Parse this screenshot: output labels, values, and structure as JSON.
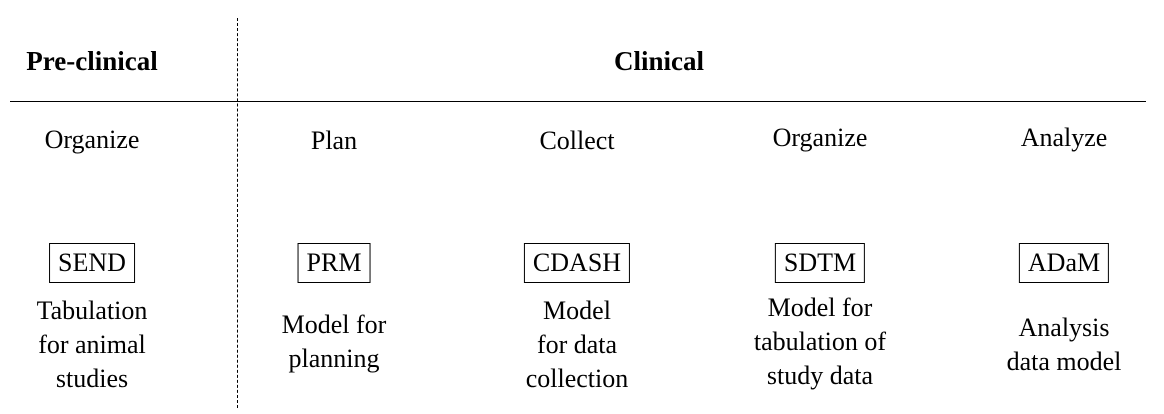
{
  "headers": {
    "preclinical": "Pre-clinical",
    "clinical": "Clinical"
  },
  "columns": [
    {
      "id": "send",
      "phase": "Organize",
      "standard": "SEND",
      "description": [
        "Tabulation",
        "for animal",
        "studies"
      ]
    },
    {
      "id": "prm",
      "phase": "Plan",
      "standard": "PRM",
      "description": [
        "Model for",
        "planning"
      ]
    },
    {
      "id": "cdash",
      "phase": "Collect",
      "standard": "CDASH",
      "description": [
        "Model",
        "for data",
        "collection"
      ]
    },
    {
      "id": "sdtm",
      "phase": "Organize",
      "standard": "SDTM",
      "description": [
        "Model for",
        "tabulation of",
        "study data"
      ]
    },
    {
      "id": "adam",
      "phase": "Analyze",
      "standard": "ADaM",
      "description": [
        "Analysis",
        "data model"
      ]
    }
  ]
}
